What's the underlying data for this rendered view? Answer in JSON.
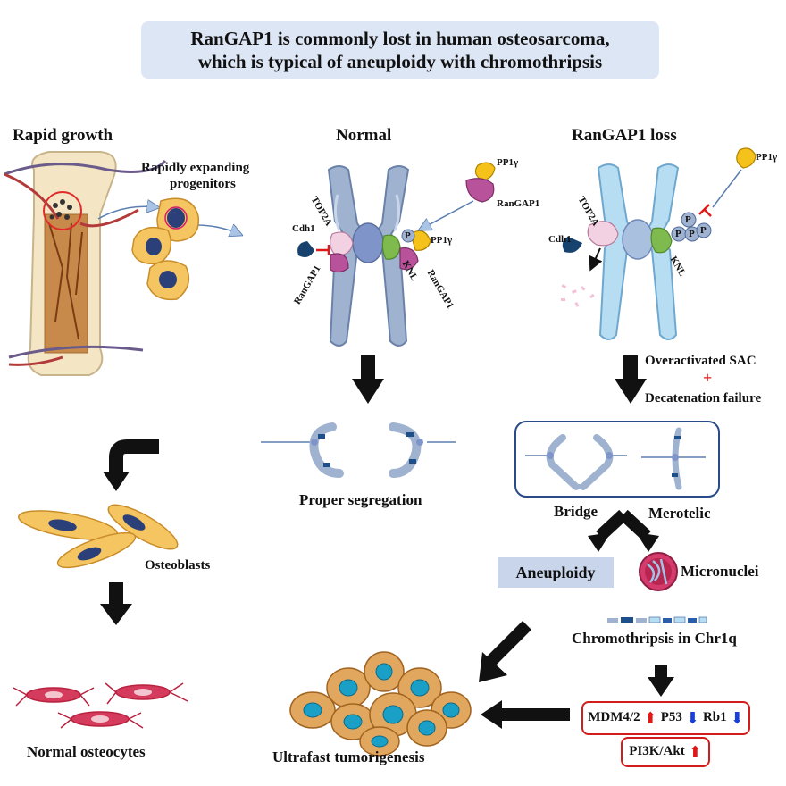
{
  "title": {
    "line1": "RanGAP1 is commonly lost in human osteosarcoma,",
    "line2": "which is typical of aneuploidy with chromothripsis"
  },
  "sections": {
    "rapid_growth": "Rapid growth",
    "normal": "Normal",
    "rangap1_loss": "RanGAP1 loss"
  },
  "rapid_growth": {
    "progenitors_line1": "Rapidly expanding",
    "progenitors_line2": "progenitors",
    "osteoblasts": "Osteoblasts",
    "osteocytes": "Normal osteocytes"
  },
  "normal": {
    "pp1y_top": "PP1γ",
    "rangap1_top": "RanGAP1",
    "top2a": "TOP2A",
    "cdh1": "Cdh1",
    "rangap1_left": "RanGAP1",
    "knl": "KNL",
    "rangap1_right": "RanGAP1",
    "pp1y_kin": "PP1γ",
    "p": "P",
    "outcome": "Proper segregation"
  },
  "loss": {
    "pp1y": "PP1γ",
    "top2a": "TOP2A",
    "cdh1": "Cdh1",
    "knl": "KNL",
    "p": "P",
    "overactivated": "Overactivated SAC",
    "plus": "+",
    "decatenation": "Decatenation failure",
    "bridge": "Bridge",
    "merotelic": "Merotelic",
    "aneuploidy": "Aneuploidy",
    "micronuclei": "Micronuclei",
    "chromothripsis": "Chromothripsis in Chr1q",
    "mdm": "MDM4/2",
    "p53": "P53",
    "rb1": "Rb1",
    "pi3k": "PI3K/Akt",
    "tumorigenesis": "Ultrafast tumorigenesis"
  },
  "colors": {
    "title_bg": "#dde6f4",
    "chromosome_normal": "#9fb3d1",
    "chromosome_loss": "#b7ddf2",
    "centromere": "#7f95c9",
    "rangap1": "#b8529a",
    "top2a": "#f2d2e2",
    "cdh1": "#17426d",
    "knl": "#7fba4f",
    "pp1y": "#f5c21b",
    "inhibit_red": "#e01818",
    "arrow_black": "#111111",
    "cell_yellow": "#f5c561",
    "nucleus": "#2b3f78",
    "osteocyte": "#d43b5c",
    "tumor_cell": "#e1a75f",
    "tumor_nucleus": "#1aa0c6"
  }
}
